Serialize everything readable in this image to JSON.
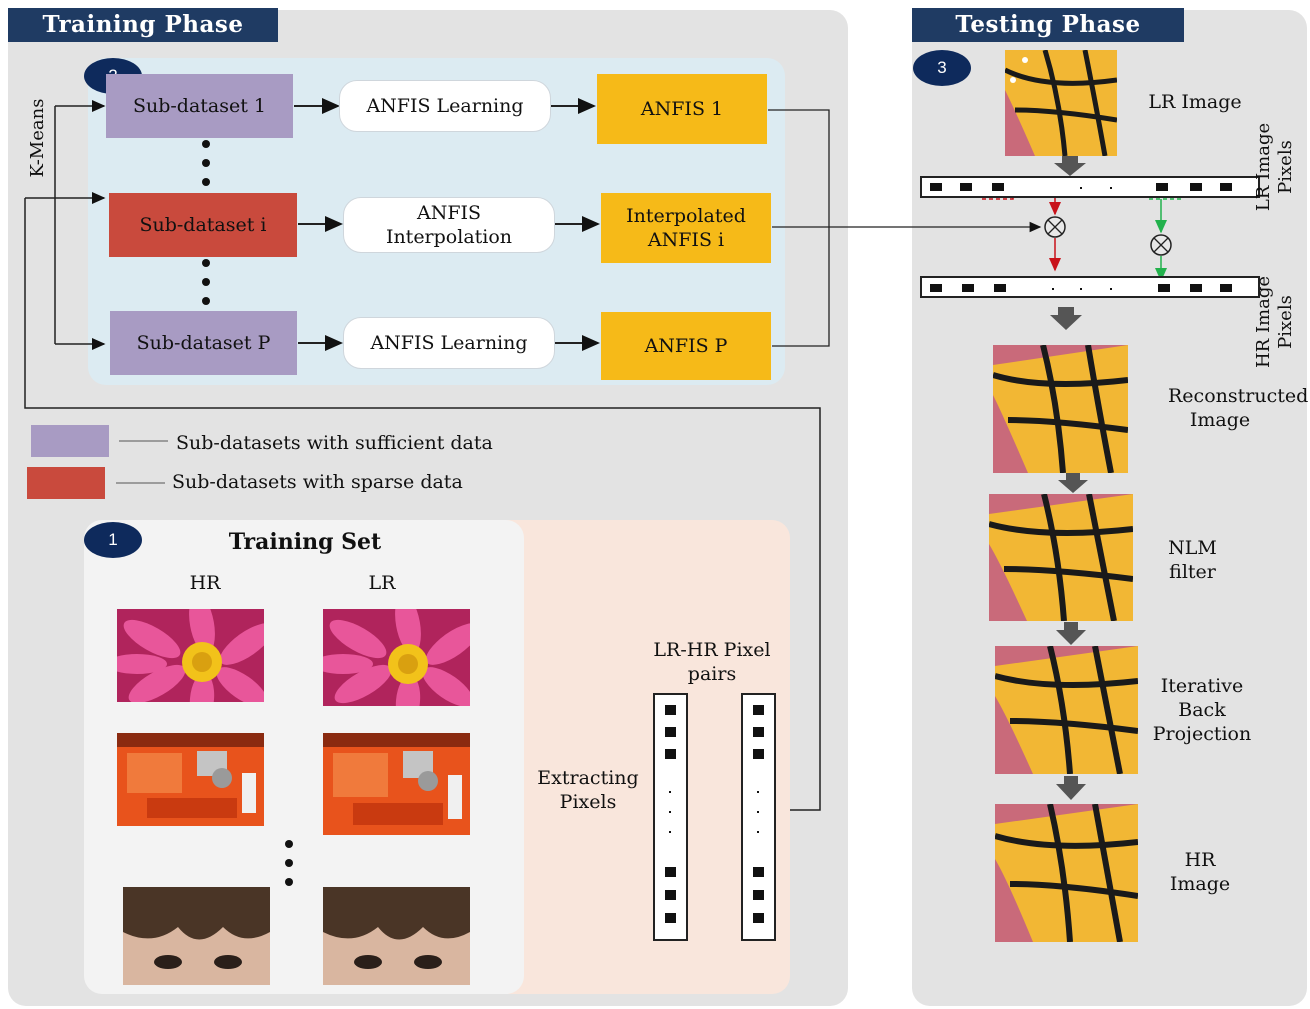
{
  "training": {
    "title": "Training Phase",
    "badge_cluster": "2",
    "kmeans": "K-Means",
    "subsets": [
      "Sub-dataset 1",
      "Sub-dataset i",
      "Sub-dataset P"
    ],
    "methods": [
      "ANFIS Learning",
      "ANFIS Interpolation",
      "ANFIS Learning"
    ],
    "models": [
      "ANFIS 1",
      "Interpolated ANFIS i",
      "ANFIS P"
    ],
    "legend": [
      "Sub-datasets with sufficient data",
      "Sub-datasets with sparse data"
    ],
    "legend_colors": [
      "#a89bc3",
      "#c94a3d"
    ],
    "badge_set": "1",
    "set_title": "Training Set",
    "hr": "HR",
    "lr": "LR",
    "extracting": "Extracting Pixels",
    "pairs": "LR-HR Pixel pairs"
  },
  "testing": {
    "title": "Testing Phase",
    "badge": "3",
    "lr_image": "LR Image",
    "lr_pixels": "LR Image Pixels",
    "hr_pixels": "HR Image Pixels",
    "steps": [
      "Reconstructed Image",
      "NLM filter",
      "Iterative Back Projection",
      "HR Image"
    ]
  },
  "colors": {
    "header": "#1f3b63",
    "badge": "#0e2a5c",
    "model": "#f6ba18",
    "cluster_bg": "#dcebf2",
    "set_bg": "#f9e6dc"
  }
}
